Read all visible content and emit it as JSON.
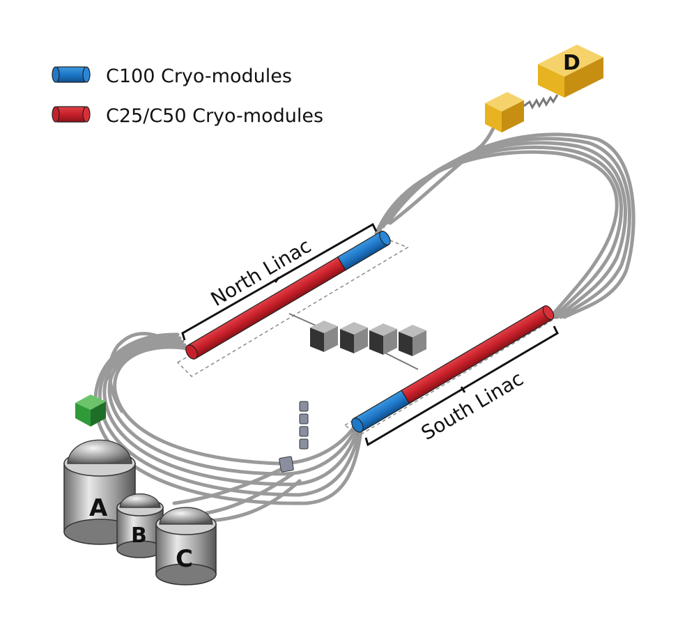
{
  "legend": {
    "c100": {
      "label": "C100 Cryo-modules",
      "color": "#1f78c8"
    },
    "c25c50": {
      "label": "C25/C50 Cryo-modules",
      "color": "#c8202a"
    }
  },
  "linacs": {
    "north": "North Linac",
    "south": "South Linac"
  },
  "halls": {
    "a": "A",
    "b": "B",
    "c": "C",
    "d": "D"
  },
  "colors": {
    "beamline": "#9a9a9a",
    "hall_d": "#e8b320",
    "injector": "#2f9a3a",
    "rf_block": "#444444"
  }
}
